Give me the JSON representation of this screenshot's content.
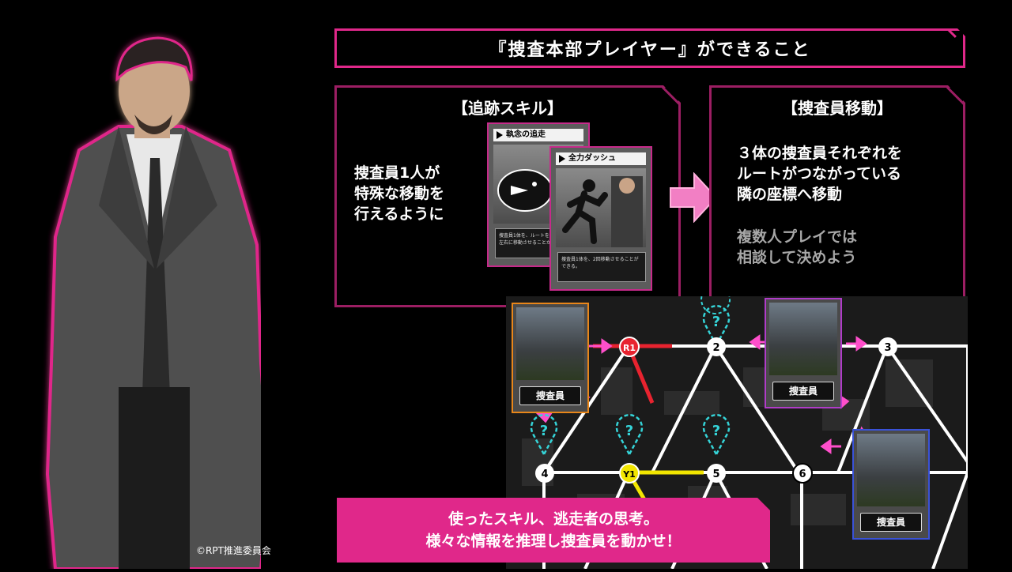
{
  "header": {
    "title": "『捜査本部プレイヤー』ができること"
  },
  "skill_panel": {
    "title": "【追跡スキル】",
    "lines": [
      "捜査員1人が",
      "特殊な移動を",
      "行えるように"
    ],
    "cards": [
      {
        "title": "執念の追走",
        "desc": "捜査員1体を、ルートを無視して上下左右に移動させることができる。"
      },
      {
        "title": "全力ダッシュ",
        "desc": "捜査員1体を、2回移動させることができる。"
      }
    ]
  },
  "move_panel": {
    "title": "【捜査員移動】",
    "lines": [
      "３体の捜査員それぞれを",
      "ルートがつながっている",
      "隣の座標へ移動"
    ],
    "sub_lines": [
      "複数人プレイでは",
      "相談して決めよう"
    ]
  },
  "map": {
    "nodes": [
      "R1",
      "2",
      "3",
      "4",
      "Y1",
      "5",
      "6"
    ],
    "unknown_marker": "?",
    "investigator_label": "捜査員"
  },
  "banner": {
    "lines": [
      "使ったスキル、逃走者の思考。",
      "様々な情報を推理し捜査員を動かせ！"
    ]
  },
  "footer": {
    "copyright": "©RPT推進委員会"
  },
  "colors": {
    "accent": "#e0288a",
    "panel_border": "#9c1e63",
    "route_red": "#e8232f",
    "route_yellow": "#f2e600",
    "marker": "#35d4d8"
  }
}
